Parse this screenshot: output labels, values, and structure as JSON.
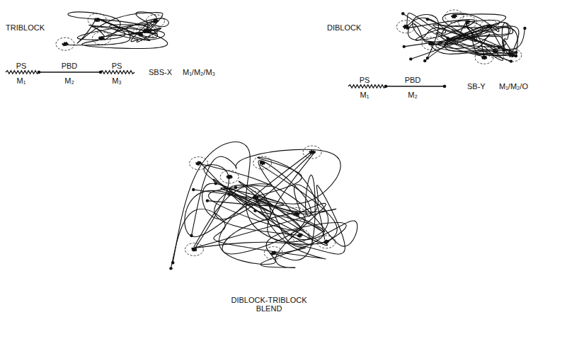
{
  "diagram": {
    "labels": [
      "TRIBLOCK",
      "PS",
      "PBD",
      "PS",
      "M₁",
      "M₂",
      "M₃",
      "SBS-X",
      "M₁/M₂/M₃",
      "DIBLOCK",
      "PS",
      "PBD",
      "M₁",
      "M₂",
      "SB-Y",
      "M₁/M₂/O",
      "DIBLOCK-TRIBLOCK BLEND"
    ]
  }
}
